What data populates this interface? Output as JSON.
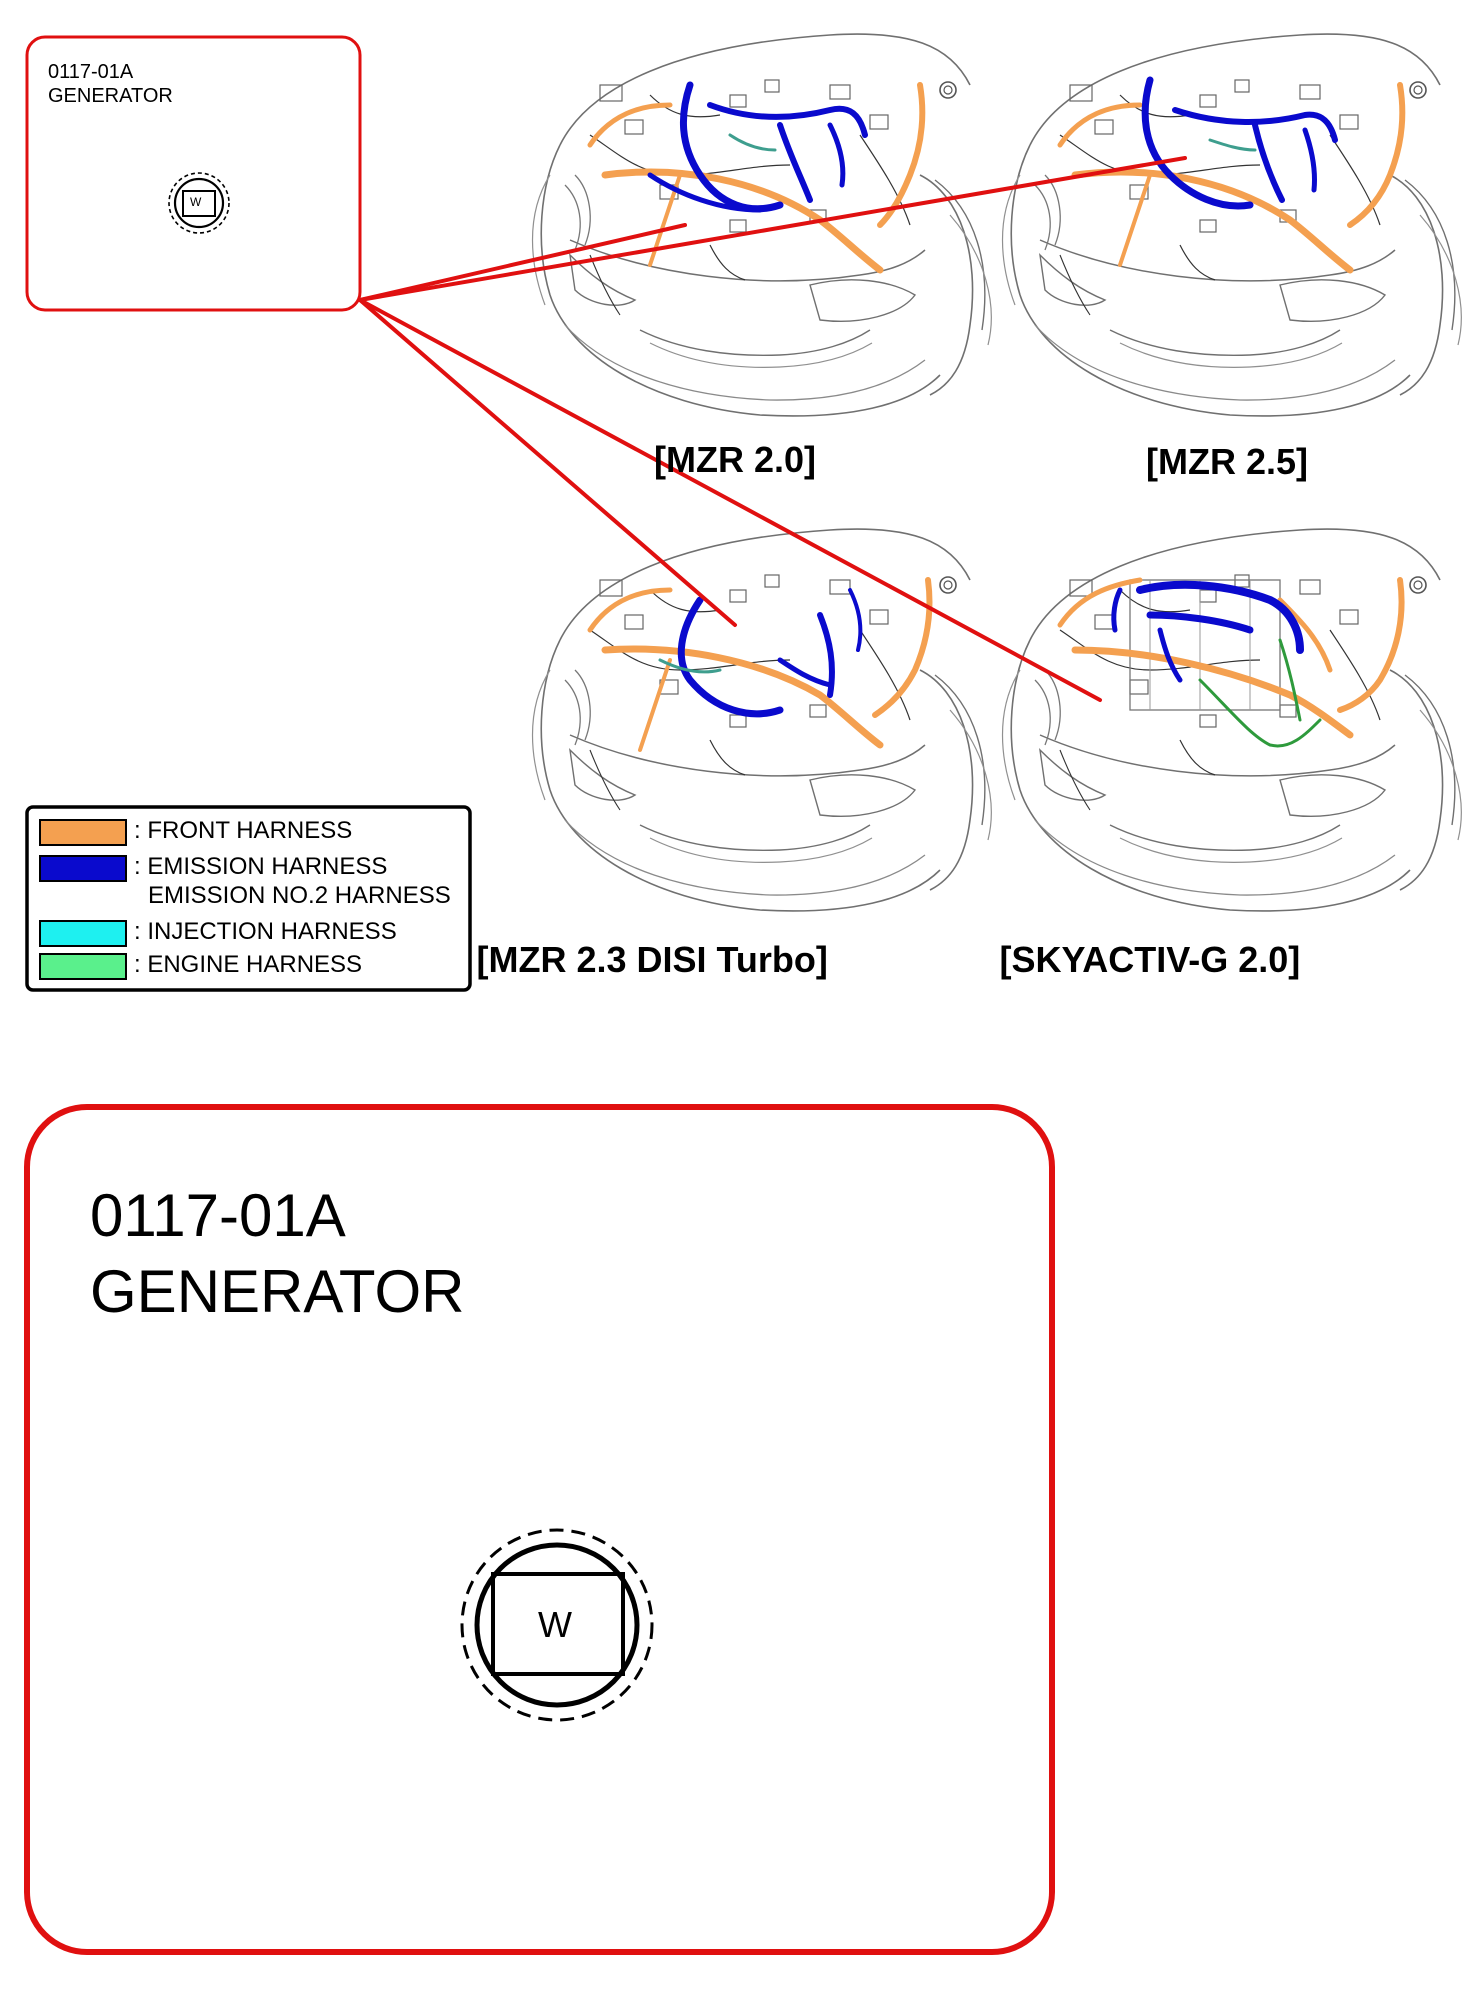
{
  "callout_small": {
    "code": "0117-01A",
    "name": "GENERATOR",
    "connector_letter": "W"
  },
  "callout_large": {
    "code": "0117-01A",
    "name": "GENERATOR",
    "connector_letter": "W"
  },
  "engine_views": [
    {
      "id": "mzr20",
      "caption": "[MZR 2.0]"
    },
    {
      "id": "mzr25",
      "caption": "[MZR 2.5]"
    },
    {
      "id": "mzr23",
      "caption": "[MZR 2.3 DISI Turbo]"
    },
    {
      "id": "skyactiv",
      "caption": "[SKYACTIV-G 2.0]"
    }
  ],
  "legend": [
    {
      "color": "#F4A050",
      "lines": [
        ": FRONT HARNESS"
      ]
    },
    {
      "color": "#0A0ACD",
      "lines": [
        ": EMISSION HARNESS",
        "EMISSION NO.2 HARNESS"
      ]
    },
    {
      "color": "#1EF0F0",
      "lines": [
        ": INJECTION HARNESS"
      ]
    },
    {
      "color": "#5AF08C",
      "lines": [
        ": ENGINE HARNESS"
      ]
    }
  ],
  "colors": {
    "callout_red": "#E01010",
    "front_harness": "#F4A050",
    "emission_harness": "#0A0ACD",
    "injection_harness": "#1EF0F0",
    "engine_harness": "#5AF08C",
    "engine_green": "#2E9A3C",
    "teal_wire": "#3E9E8E"
  }
}
